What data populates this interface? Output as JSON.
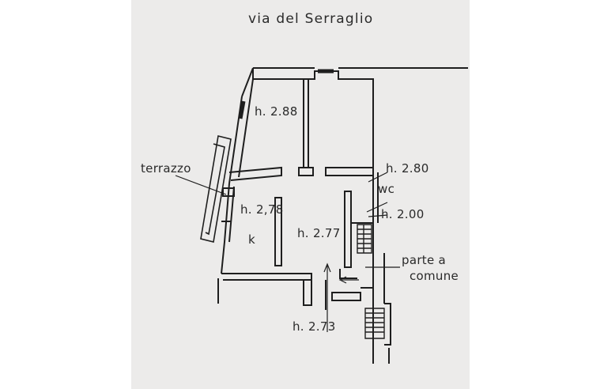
{
  "plan": {
    "street": "via del Serraglio",
    "rooms": {
      "room_top_left_height": "h. 2.88",
      "corridor_height": "h. 2.80",
      "wc": "wc",
      "wc_height": "h. 2.00",
      "room_mid_left_height": "h. 2,78",
      "kitchen": "k",
      "living_height": "h. 2.77",
      "entrance_height": "h. 2.73"
    },
    "terrace": "terrazzo",
    "common_part_line1": "parte a",
    "common_part_line2": "comune"
  }
}
